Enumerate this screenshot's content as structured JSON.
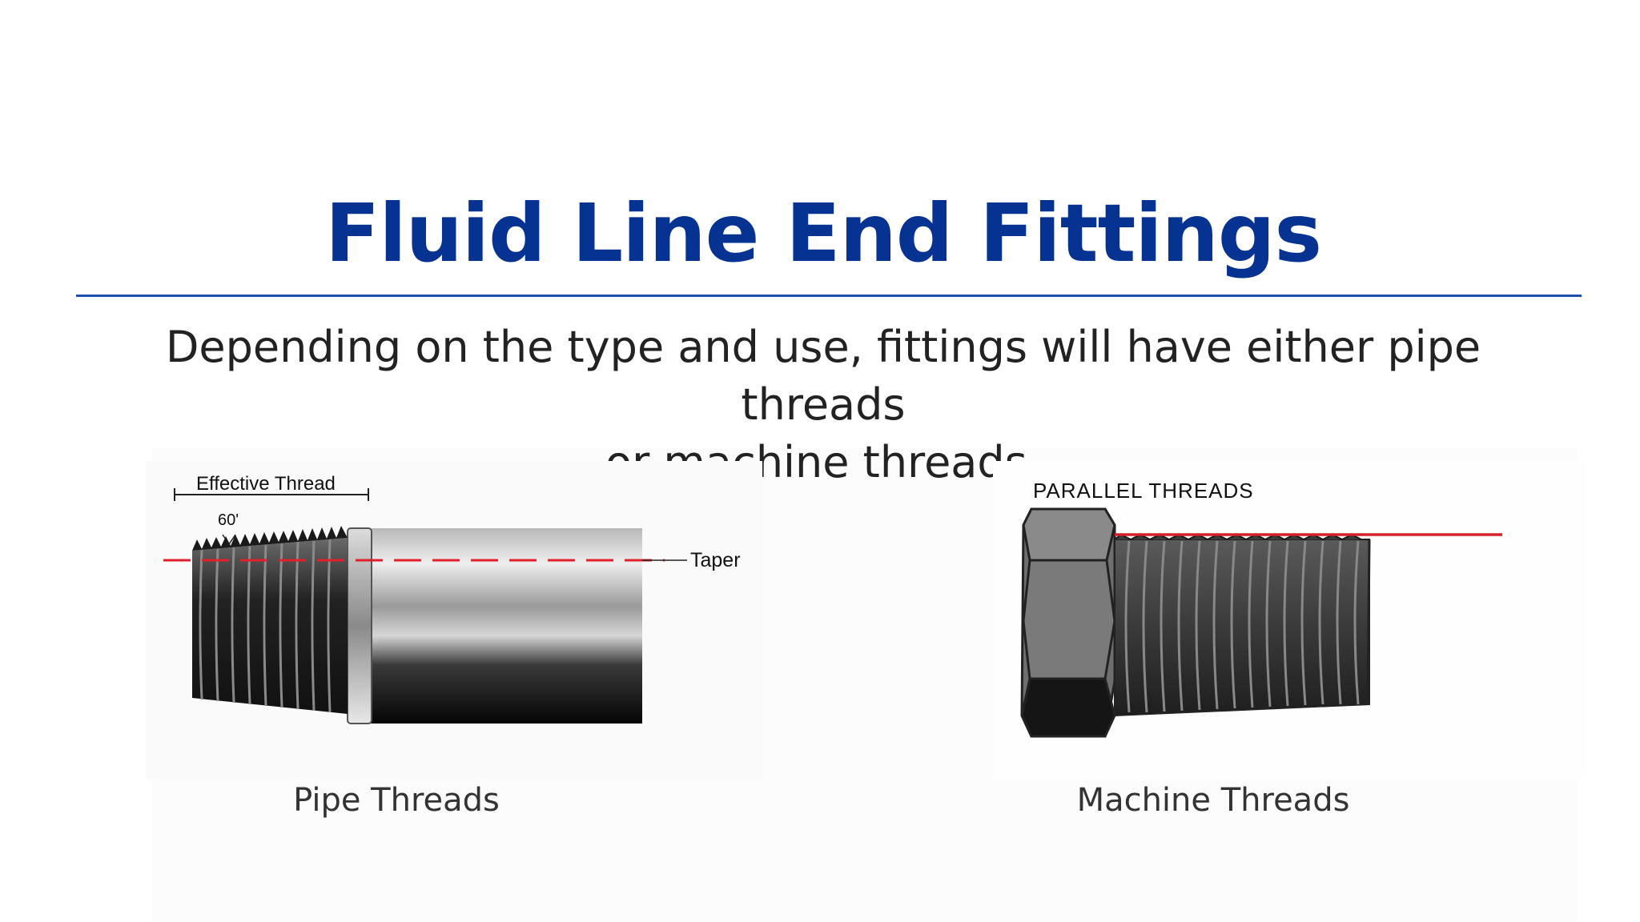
{
  "slide": {
    "title": "Fluid Line End Fittings",
    "subtitle_line1": "Depending on the type and use, fittings will have either pipe threads",
    "subtitle_line2": "or machine threads.",
    "title_color": "#063292",
    "rule_color": "#1a4fb0"
  },
  "pipe_figure": {
    "label_effective_thread": "Effective Thread",
    "label_angle": "60'",
    "label_taper": "Taper",
    "caption": "Pipe Threads",
    "line_color": "#e0202a"
  },
  "machine_figure": {
    "label_parallel": "PARALLEL THREADS",
    "caption": "Machine Threads",
    "line_color": "#d4202a"
  }
}
